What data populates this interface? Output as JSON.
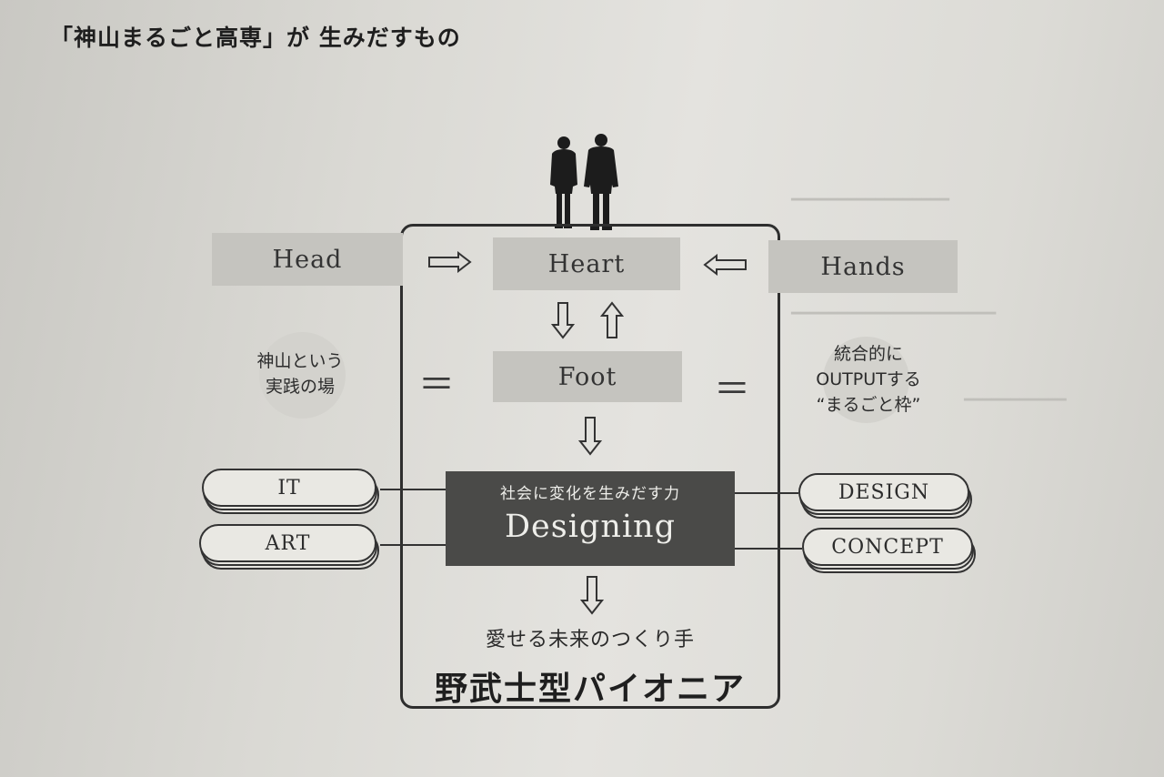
{
  "page": {
    "title": "「神山まるごと高専」が 生みだすもの"
  },
  "top_row": {
    "head": "Head",
    "heart": "Heart",
    "hands": "Hands"
  },
  "foot": "Foot",
  "left_circle_text": "神山という\n実践の場",
  "right_circle_text": "統合的に\nOUTPUTする\n“まるごと枠”",
  "left_pills": [
    "IT",
    "ART"
  ],
  "right_pills": [
    "DESIGN",
    "CONCEPT"
  ],
  "core": {
    "subtitle": "社会に変化を生みだす力",
    "title": "Designing"
  },
  "outcome": {
    "subtitle": "愛せる未来のつくり手",
    "title": "野武士型パイオニア"
  },
  "symbols": {
    "equals": "＝"
  },
  "icons": {
    "people": "people-silhouette-icon",
    "arrows": [
      "right-arrow-icon",
      "left-arrow-icon",
      "down-arrow-icon",
      "up-arrow-icon"
    ]
  },
  "colors": {
    "grey_box": "#c5c4bf",
    "dark_box": "#4a4a48",
    "paper": "#dad9d4"
  }
}
